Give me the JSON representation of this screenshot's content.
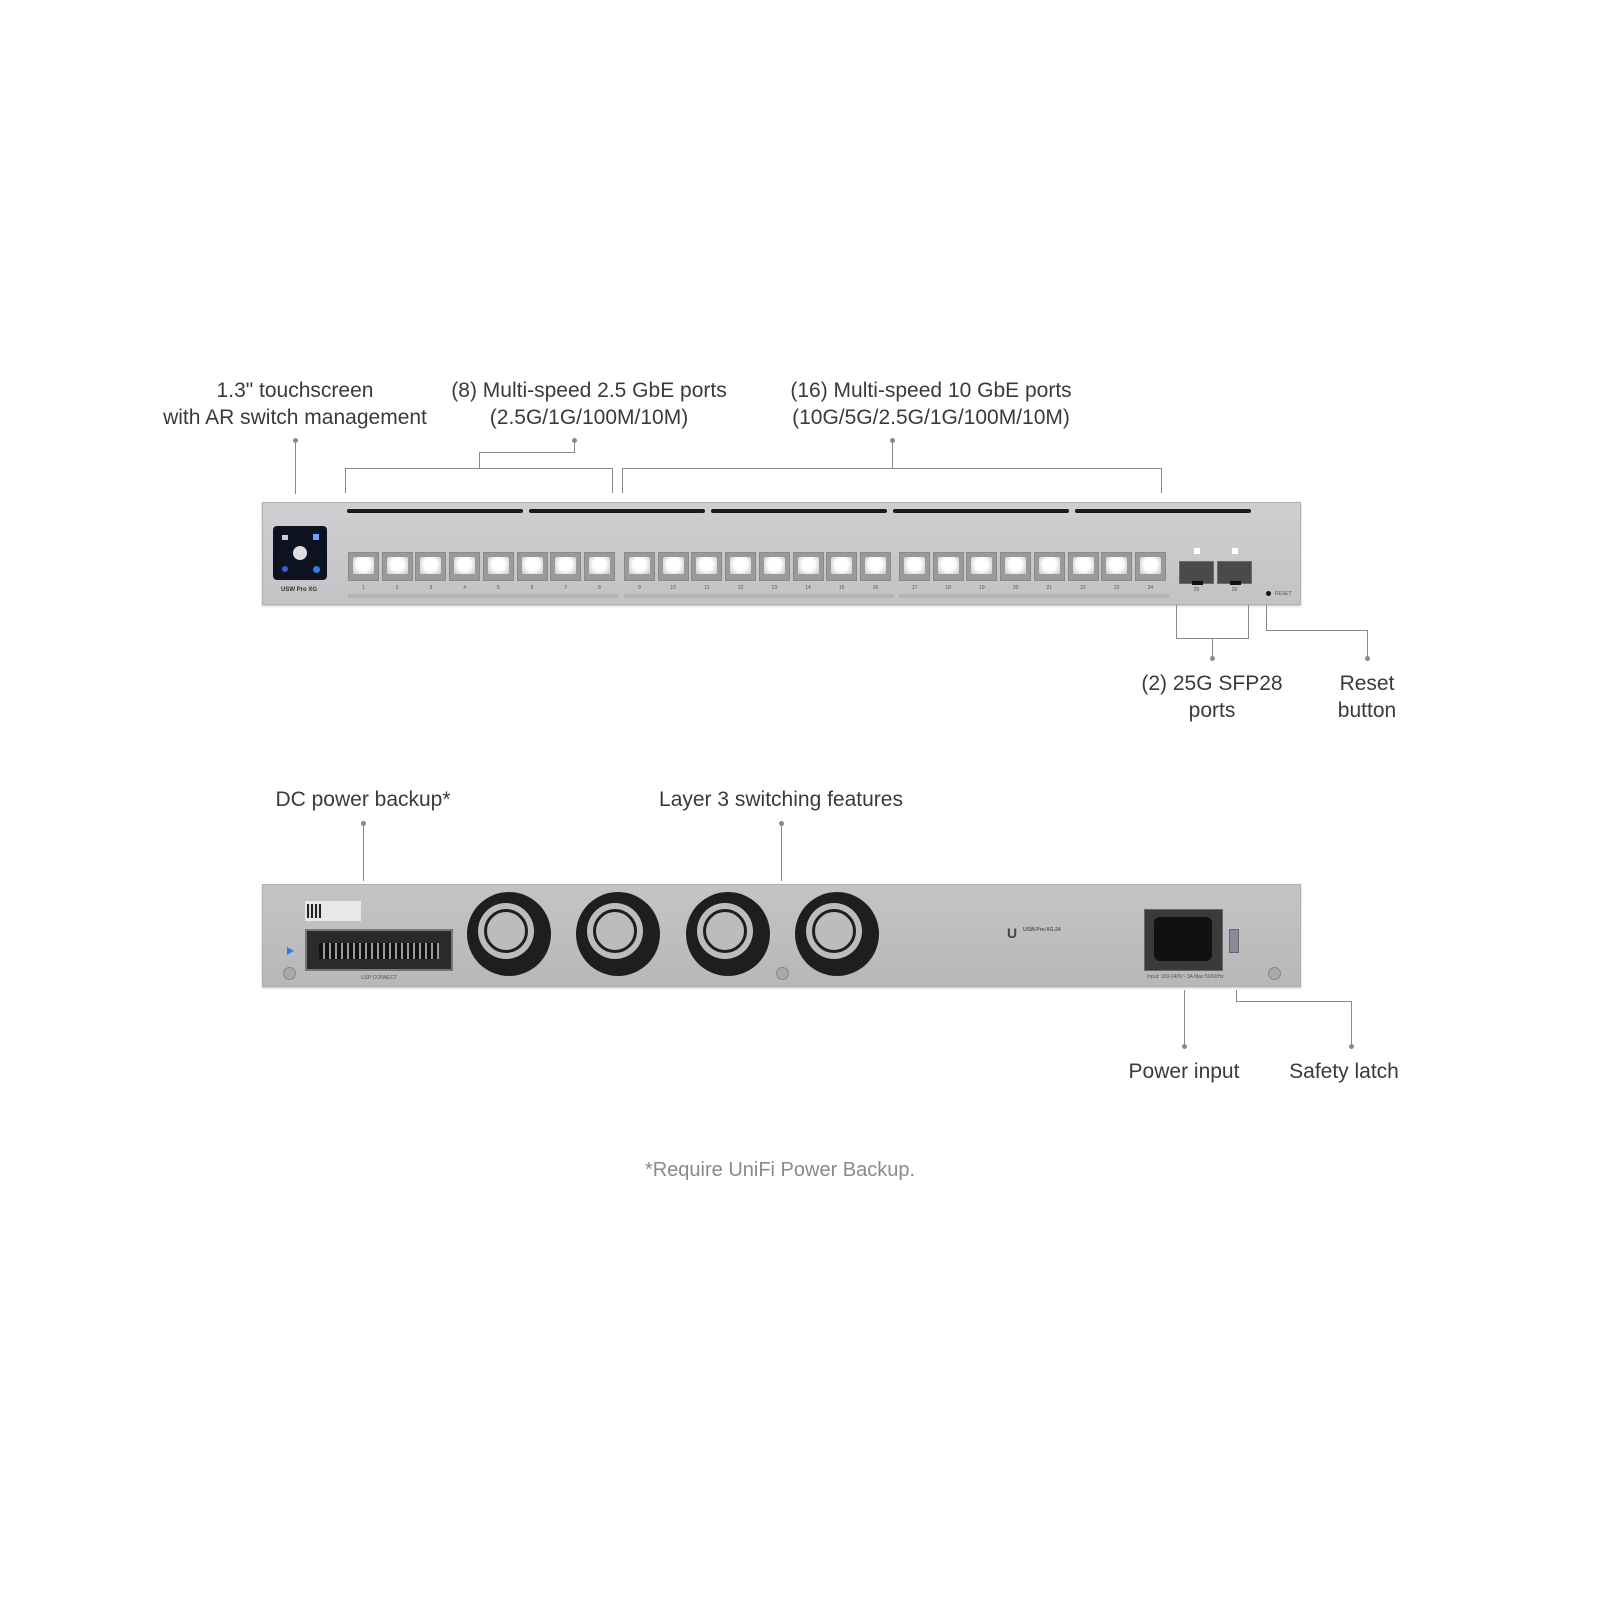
{
  "front_callouts": {
    "touchscreen": [
      "1.3\" touchscreen",
      "with AR switch management"
    ],
    "ports_25g": [
      "(8) Multi-speed 2.5 GbE ports",
      "(2.5G/1G/100M/10M)"
    ],
    "ports_10g": [
      "(16) Multi-speed 10 GbE ports",
      "(10G/5G/2.5G/1G/100M/10M)"
    ],
    "sfp28": [
      "(2) 25G SFP28",
      "ports"
    ],
    "reset": [
      "Reset",
      "button"
    ]
  },
  "front_panel": {
    "model": "USW Pro XG",
    "reset_label": "RESET",
    "port_numbers": [
      "1",
      "2",
      "3",
      "4",
      "5",
      "6",
      "7",
      "8",
      "9",
      "10",
      "11",
      "12",
      "13",
      "14",
      "15",
      "16",
      "17",
      "18",
      "19",
      "20",
      "21",
      "22",
      "23",
      "24"
    ],
    "sfp_numbers": [
      "25",
      "26"
    ]
  },
  "rear_callouts": {
    "dc_backup": "DC power backup*",
    "layer3": "Layer 3 switching features",
    "power_input": "Power input",
    "safety_latch": "Safety latch"
  },
  "rear_panel": {
    "dc_label": "USP CONNECT",
    "model_label": "USW-Pro-XG-24",
    "power_rating": "Input: 100-240V~ 3A Max 50/60Hz"
  },
  "footnote": "*Require UniFi Power Backup."
}
